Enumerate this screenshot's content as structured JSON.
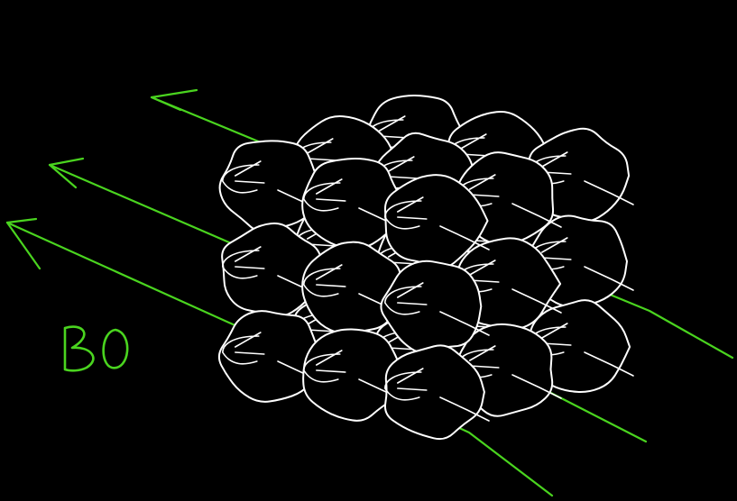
{
  "label": {
    "text": "BO",
    "color": "#4ad41f"
  },
  "colors": {
    "background": "#000000",
    "field_lines": "#4ad41f",
    "blobs": "#ffffff"
  },
  "field_lines": {
    "count": 3,
    "arrowhead": "points-left"
  },
  "blob_lattice": {
    "rows": 3,
    "columns": 3,
    "layers": 3
  }
}
